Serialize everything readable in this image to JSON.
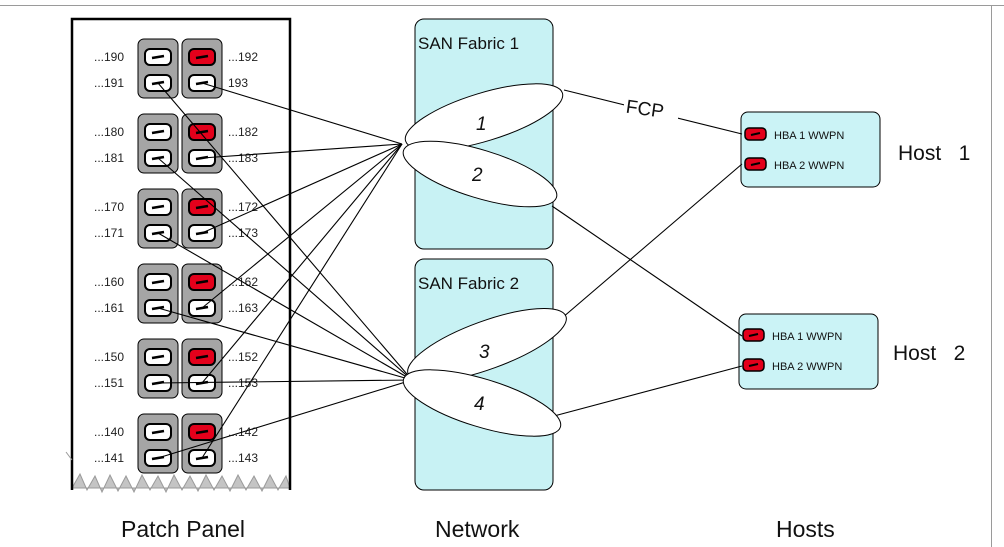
{
  "colors": {
    "fabric_fill": "#c8f2f4",
    "host_fill": "#cbf3f6",
    "port_block": "#a5a5a5",
    "port_active": "#e3001b",
    "port_idle": "#ffffff",
    "line": "#000000",
    "panel_border": "#000000"
  },
  "patch_panel": {
    "title": "Patch Panel",
    "rows": [
      {
        "left": [
          "...190",
          "...191"
        ],
        "right": [
          "...192",
          "193"
        ]
      },
      {
        "left": [
          "...180",
          "...181"
        ],
        "right": [
          "...182",
          "...183"
        ]
      },
      {
        "left": [
          "...170",
          "...171"
        ],
        "right": [
          "...172",
          "...173"
        ]
      },
      {
        "left": [
          "...160",
          "...161"
        ],
        "right": [
          "...162",
          "...163"
        ]
      },
      {
        "left": [
          "...150",
          "...151"
        ],
        "right": [
          "...152",
          "...153"
        ]
      },
      {
        "left": [
          "...140",
          "...141"
        ],
        "right": [
          "...142",
          "...143"
        ]
      }
    ]
  },
  "network": {
    "title": "Network",
    "fabrics": [
      {
        "label": "SAN Fabric 1",
        "isls": [
          "1",
          "2"
        ]
      },
      {
        "label": "SAN Fabric 2",
        "isls": [
          "3",
          "4"
        ]
      }
    ],
    "protocol_label": "FCP"
  },
  "hosts": {
    "title": "Hosts",
    "items": [
      {
        "label": "Host   1",
        "hbas": [
          "HBA 1 WWPN",
          "HBA 2 WWPN"
        ]
      },
      {
        "label": "Host   2",
        "hbas": [
          "HBA 1 WWPN",
          "HBA 2 WWPN"
        ]
      }
    ]
  }
}
